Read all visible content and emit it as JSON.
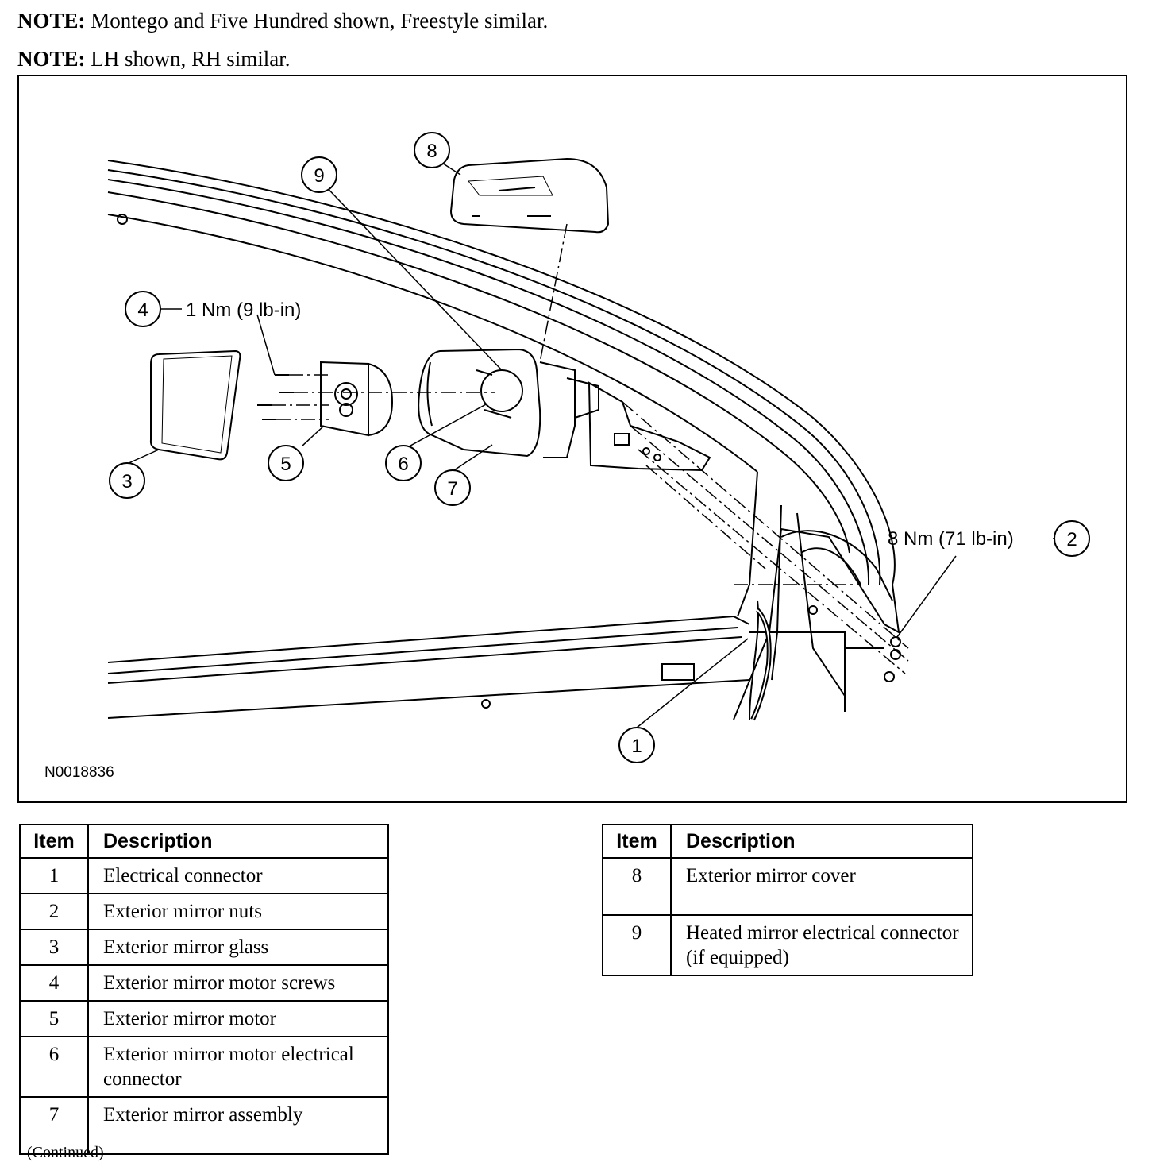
{
  "notes": [
    {
      "label": "NOTE:",
      "text": " Montego and Five Hundred shown, Freestyle similar."
    },
    {
      "label": "NOTE:",
      "text": " LH shown, RH similar."
    }
  ],
  "figure": {
    "id_code": "N0018836",
    "callouts": [
      {
        "n": "1"
      },
      {
        "n": "2"
      },
      {
        "n": "3"
      },
      {
        "n": "4"
      },
      {
        "n": "5"
      },
      {
        "n": "6"
      },
      {
        "n": "7"
      },
      {
        "n": "8"
      },
      {
        "n": "9"
      }
    ],
    "torque_4": "1 Nm (9 lb-in)",
    "torque_2": "8 Nm (71 lb-in)"
  },
  "table_headers": {
    "item": "Item",
    "description": "Description"
  },
  "table_left": [
    {
      "item": "1",
      "description": "Electrical connector"
    },
    {
      "item": "2",
      "description": "Exterior mirror nuts"
    },
    {
      "item": "3",
      "description": "Exterior mirror glass"
    },
    {
      "item": "4",
      "description": "Exterior mirror motor screws"
    },
    {
      "item": "5",
      "description": "Exterior mirror motor"
    },
    {
      "item": "6",
      "description": "Exterior mirror motor electrical connector"
    },
    {
      "item": "7",
      "description": "Exterior mirror assembly"
    }
  ],
  "table_right": [
    {
      "item": "8",
      "description": "Exterior mirror cover"
    },
    {
      "item": "9",
      "description": "Heated mirror electrical connector (if equipped)"
    }
  ],
  "continued": "(Continued)"
}
